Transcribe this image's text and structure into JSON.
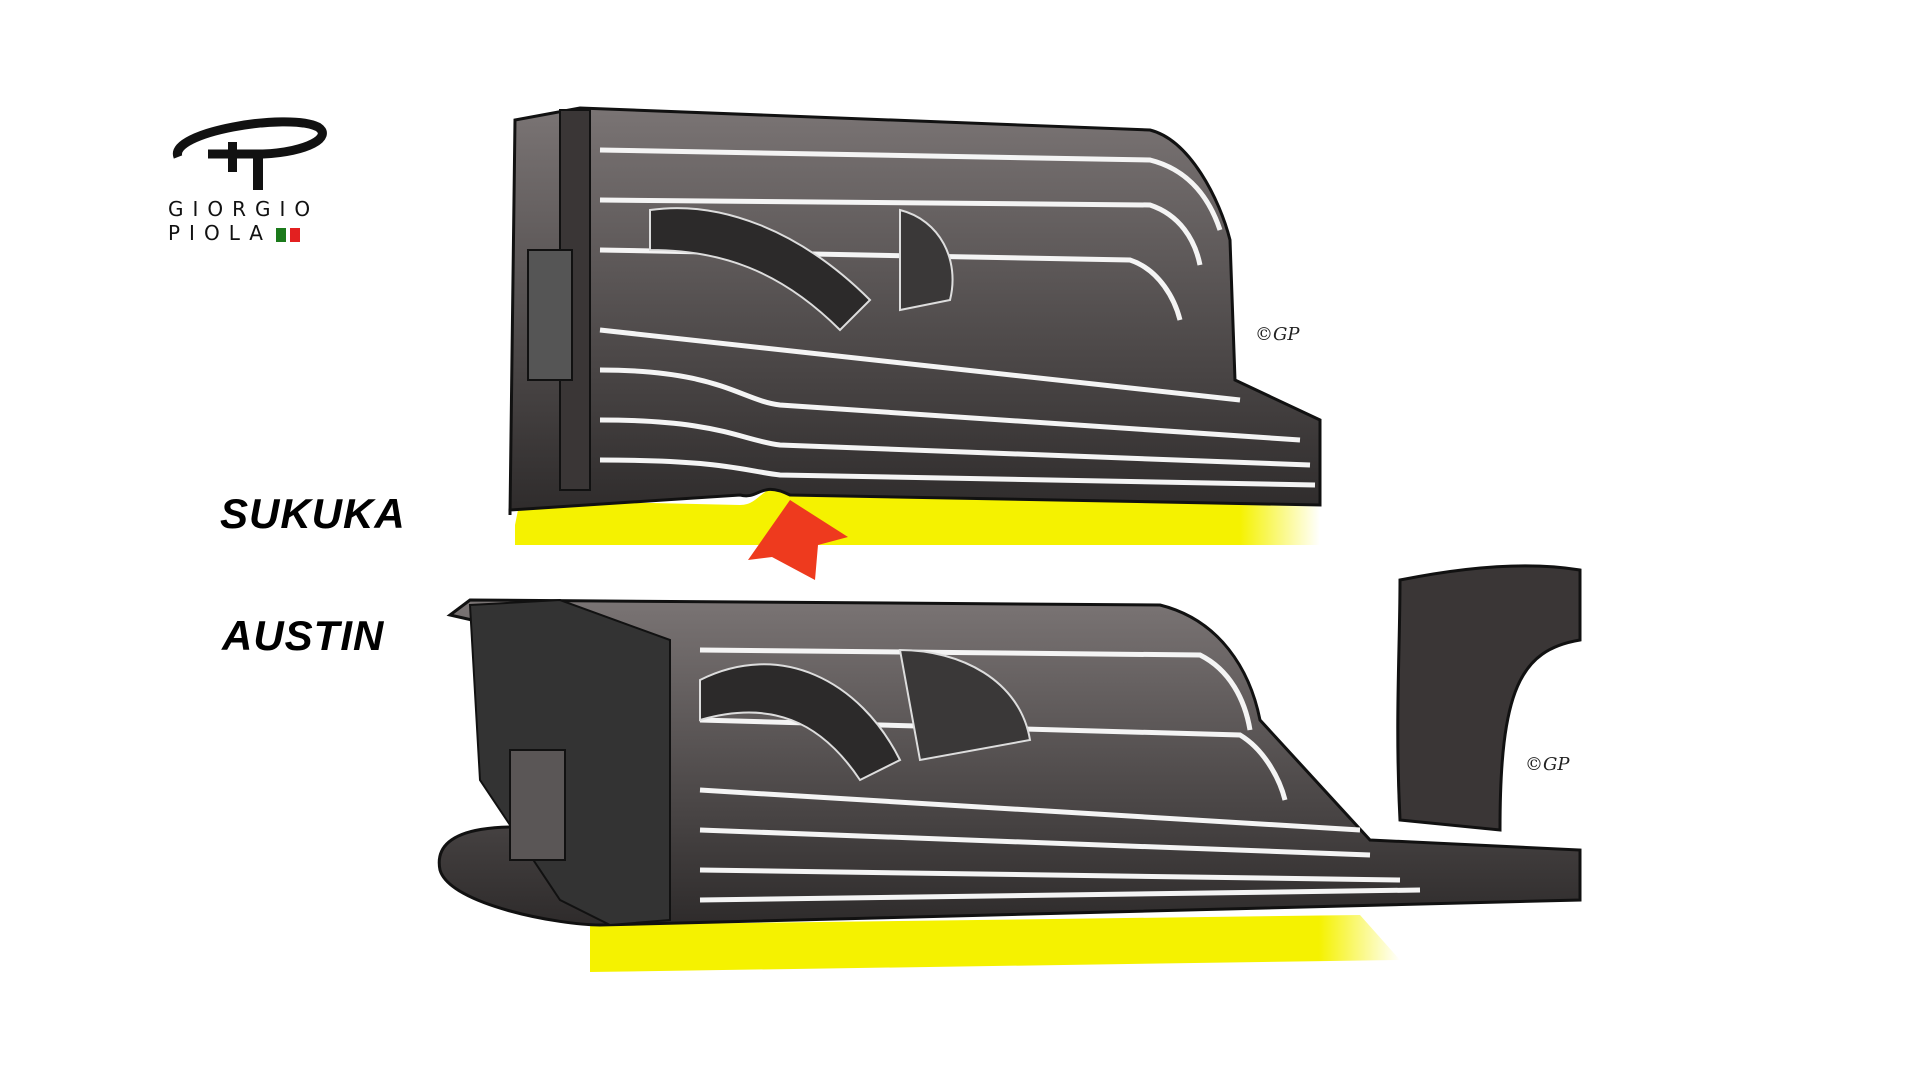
{
  "logo": {
    "line1": "GIORGIO",
    "line2": "PIOLA",
    "flag_colors": [
      "#1b7a1b",
      "#e32020"
    ]
  },
  "labels": {
    "top": "SUKUKA",
    "bottom": "AUSTIN"
  },
  "colors": {
    "highlight": "#f5f200",
    "arrow": "#ee3a1e",
    "wing": "#4a4646"
  }
}
